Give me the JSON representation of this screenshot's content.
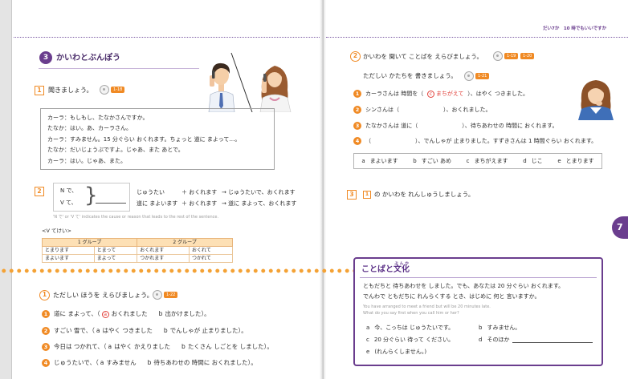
{
  "header": {
    "chapter_title": "だい7か　10 時でもいいですか",
    "chapter_tab": "7"
  },
  "left_page": {
    "section": {
      "number": "3",
      "title": "かいわとぶんぽう"
    },
    "listen": {
      "number": "1",
      "instruction": "聞きましょう。",
      "audio_track": "1-18"
    },
    "dialog": [
      {
        "speaker": "カーラ：",
        "line": "もしもし、たなかさんですか。"
      },
      {
        "speaker": "たなか：",
        "line": "はい。あ、カーラさん。"
      },
      {
        "speaker": "カーラ：",
        "line": "すみません。15 分ぐらい おくれます。ちょっと 道に まよって…。"
      },
      {
        "speaker": "たなか：",
        "line": "だいじょうぶですよ。じゃあ、また あとで。"
      },
      {
        "speaker": "カーラ：",
        "line": "はい。じゃあ、また。"
      }
    ],
    "grammar": {
      "number": "2",
      "pattern_noun": "N で、",
      "pattern_verb": "V て、",
      "bracket": "}",
      "examples": [
        {
          "base": "じゅうたい",
          "plus": "＋ おくれます",
          "result": "→ じゅうたいで、おくれます"
        },
        {
          "base": "道に まよいます",
          "plus": "＋ おくれます",
          "result": "→ 道に まよって、おくれます"
        }
      ],
      "note": "'N で' or 'V て' indicates the cause or reason that leads to the rest of the sentence."
    },
    "te_form": {
      "title": "<V てけい>",
      "groups": [
        "1 グループ",
        "2 グループ"
      ],
      "rows": [
        [
          "とまります",
          "とまって",
          "おくれます",
          "おくれて"
        ],
        [
          "まよいます",
          "まよって",
          "つかれます",
          "つかれて"
        ]
      ]
    },
    "exercise": {
      "number": "1",
      "instruction": "ただしい ほうを えらびましょう。",
      "audio_track": "1-22",
      "items": [
        {
          "num": "1",
          "stem": "道に まよって、（",
          "a_label": "a",
          "a_text": "おくれました",
          "b_label": "b",
          "b_text": "出かけました",
          "end": "）。"
        },
        {
          "num": "2",
          "stem": "すごい 雪で、（",
          "a_label": "a",
          "a_text": "はやく つきました",
          "b_label": "b",
          "b_text": "でんしゃが 止まりました",
          "end": "）。"
        },
        {
          "num": "3",
          "stem": "今日は つかれて、（",
          "a_label": "a",
          "a_text": "はやく かえりました",
          "b_label": "b",
          "b_text": "たくさん しごとを しました",
          "end": "）。"
        },
        {
          "num": "4",
          "stem": "じゅうたいで、（",
          "a_label": "a",
          "a_text": "すみません",
          "b_label": "b",
          "b_text": "待ちあわせの 時間に おくれました",
          "end": "）。"
        }
      ]
    }
  },
  "right_page": {
    "exercise": {
      "number": "2",
      "instruction": "かいわを 聞いて ことばを えらびましょう。",
      "audio_tracks": [
        "1-19",
        "1-20"
      ],
      "sub_instruction": "ただしい かたちを 書きましょう。",
      "sub_audio_track": "1-21",
      "items": [
        {
          "num": "1",
          "before": "カーラさんは 時間を（",
          "answer_label": "c",
          "answer_text": "まちがえて",
          "after": "）、はやく つきました。"
        },
        {
          "num": "2",
          "before": "シンさんは（",
          "after": "）、おくれました。"
        },
        {
          "num": "3",
          "before": "たなかさんは 道に（",
          "after": "）、待ちあわせの 時間に おくれます。"
        },
        {
          "num": "4",
          "before": "（",
          "after": "）、でんしゃが 止まりました。すずきさんは 1 時間ぐらい おくれます。"
        }
      ],
      "choices": [
        {
          "label": "a",
          "text": "まよいます"
        },
        {
          "label": "b",
          "text": "すごい あめ"
        },
        {
          "label": "c",
          "text": "まちがえます"
        },
        {
          "label": "d",
          "text": "じこ"
        },
        {
          "label": "e",
          "text": "とまります"
        }
      ]
    },
    "practice": {
      "number": "3",
      "ref": "1",
      "text": "の かいわを れんしゅうしましょう。"
    },
    "culture": {
      "title_prefix": "ことばと",
      "title_kanji": "文化",
      "title_ruby": "ぶんか",
      "jp_lines": [
        "ともだちと 待ちあわせを しました。でも、あなたは 20 分ぐらい おくれます。",
        "でんわで ともだちに れんらくする とき、はじめに 何と 言いますか。"
      ],
      "en_lines": [
        "You have arranged to meet a friend but will be 20 minutes late.",
        "What do you say first when you call him or her?"
      ],
      "options": [
        {
          "label": "a",
          "text": "今、こっちは じゅうたいです。"
        },
        {
          "label": "b",
          "text": "すみません。"
        },
        {
          "label": "c",
          "text": "20 分ぐらい 待って ください。"
        },
        {
          "label": "d",
          "text": "そのほか"
        },
        {
          "label": "e",
          "text": "(れんらくしません。)"
        }
      ]
    }
  },
  "colors": {
    "accent_purple": "#6a3d8e",
    "accent_orange": "#f08a24",
    "answer_red": "#e2403a"
  },
  "icons": {
    "audio": "cd-audio-icon"
  }
}
